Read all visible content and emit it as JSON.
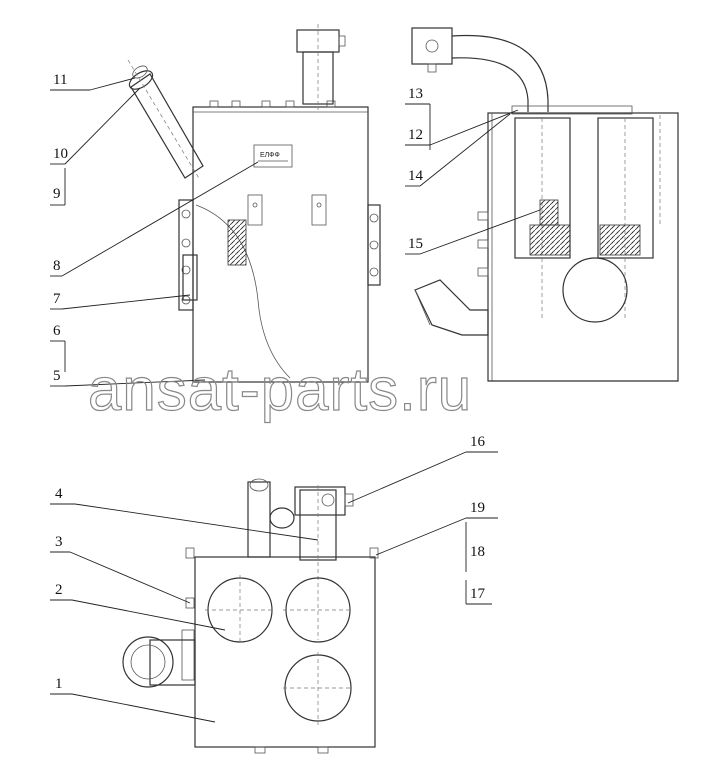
{
  "watermark": "ansat-parts.ru",
  "nameplate": "ЕЛФФ",
  "callouts": [
    "1",
    "2",
    "3",
    "4",
    "5",
    "6",
    "7",
    "8",
    "9",
    "10",
    "11",
    "12",
    "13",
    "14",
    "15",
    "16",
    "17",
    "18",
    "19"
  ]
}
